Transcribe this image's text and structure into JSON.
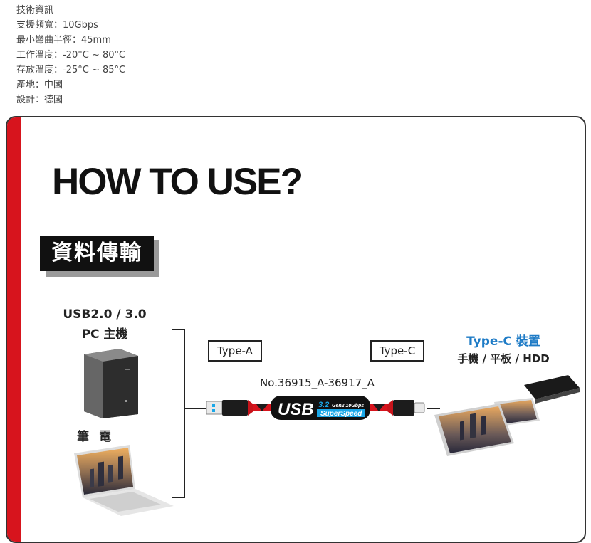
{
  "specs": [
    "技術資訊",
    "支援頻寬：10Gbps",
    "最小彎曲半徑：45mm",
    "工作溫度：-20°C ~ 80°C",
    "存放溫度：-25°C ~ 85°C",
    "產地：中國",
    "設計：德國"
  ],
  "card": {
    "heading": "HOW TO USE?",
    "badge": "資料傳輸",
    "pc_label_line1": "USB2.0 / 3.0",
    "pc_label_line2": "PC 主機",
    "laptop_label": "筆電",
    "type_a": "Type-A",
    "type_c": "Type-C",
    "model": "No.36915_A-36917_A",
    "cable_logo": "USB",
    "cable_version": "3.2",
    "cable_gen": "Gen2 10Gbps",
    "cable_speed": "SuperSpeed",
    "typec_device_title": "Type-C 裝置",
    "typec_device_sub": "手機 / 平板 / HDD"
  },
  "colors": {
    "accent_red": "#d7141d",
    "type_c_blue": "#1e7bc6",
    "usb_blue": "#1aa7e8"
  }
}
